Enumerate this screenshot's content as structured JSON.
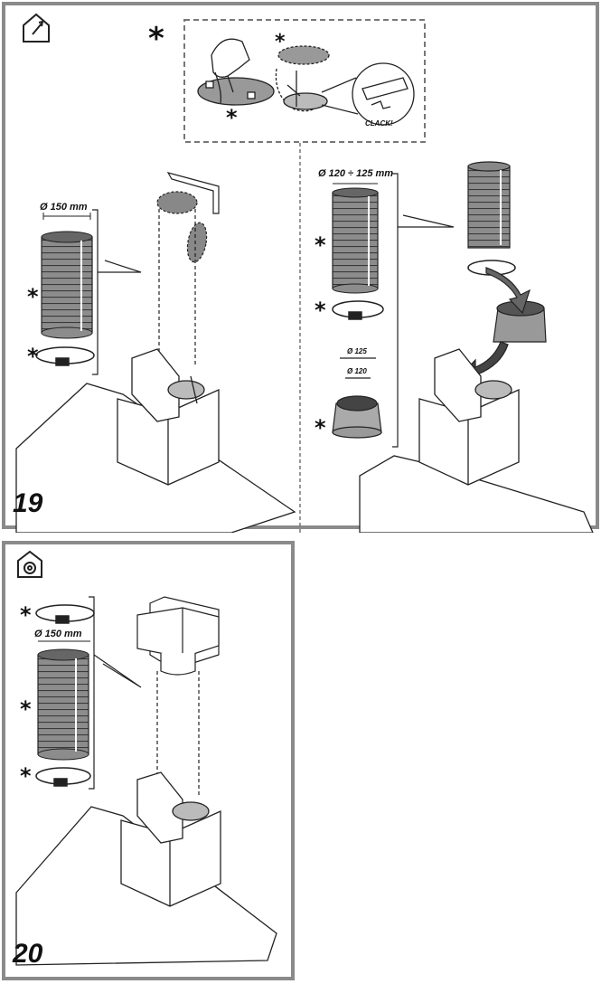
{
  "step19": {
    "number": "19",
    "icon": "house-ducted-outlet-icon",
    "dia150": "Ø 150 mm",
    "dia120_125": "Ø 120 ÷ 125 mm",
    "dia125": "Ø 125",
    "dia120": "Ø 120",
    "clack": "CLACK!",
    "asterisk": "*"
  },
  "step20": {
    "number": "20",
    "icon": "house-recirculation-icon",
    "dia150": "Ø 150 mm",
    "asterisk": "*"
  }
}
